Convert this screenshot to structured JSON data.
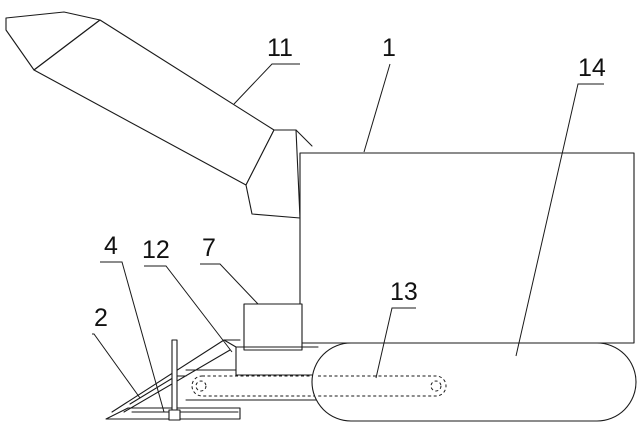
{
  "labels": {
    "l1": "1",
    "l2": "2",
    "l4": "4",
    "l7": "7",
    "l11": "11",
    "l12": "12",
    "l13": "13",
    "l14": "14"
  }
}
